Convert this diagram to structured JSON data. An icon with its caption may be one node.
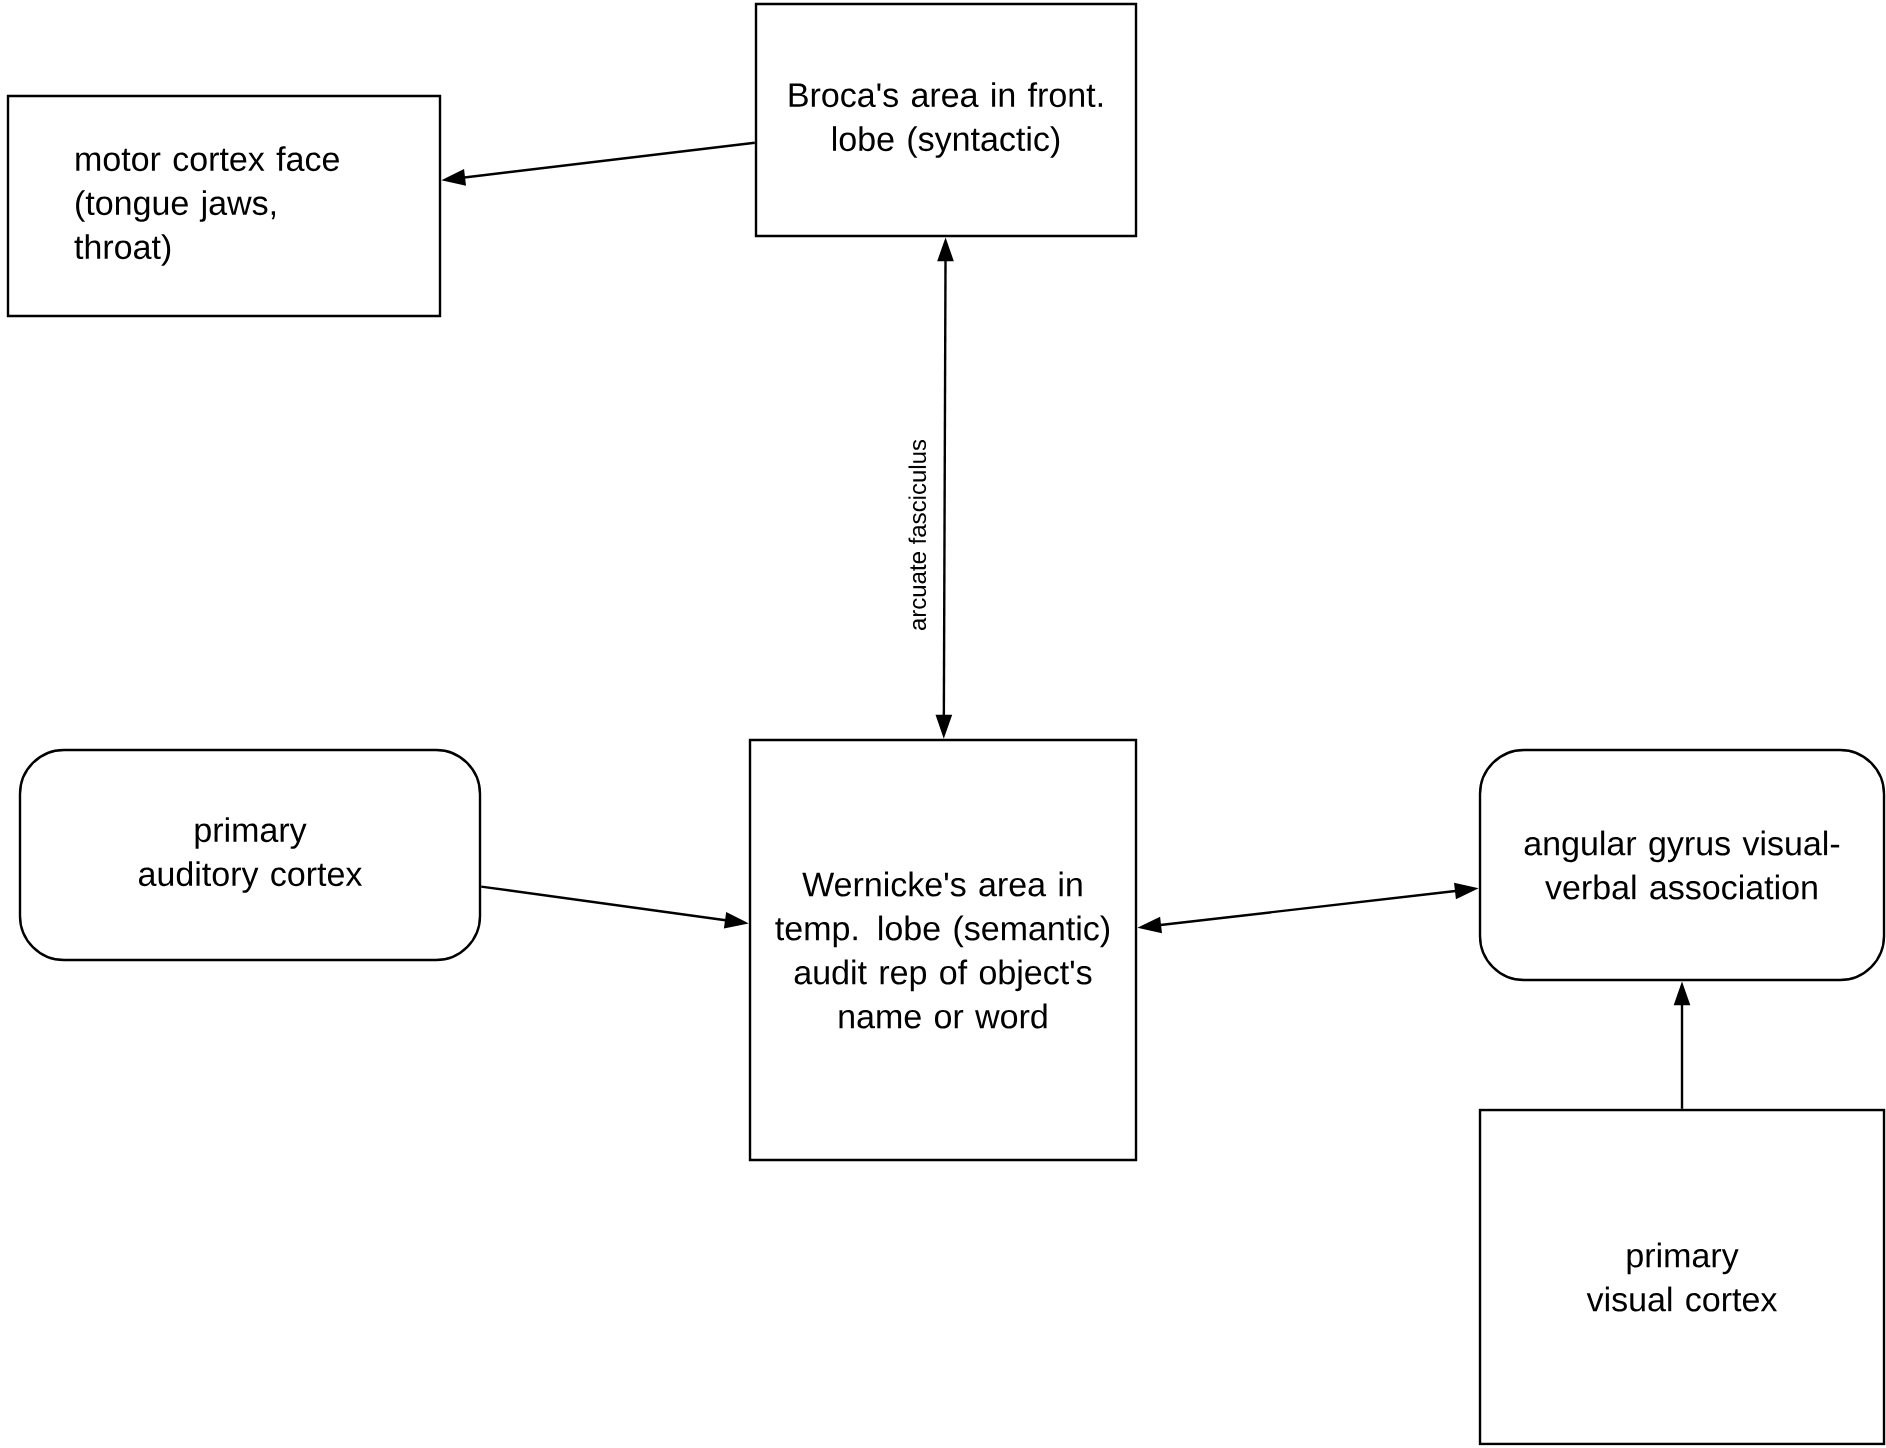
{
  "diagram": {
    "nodes": [
      {
        "text": [
          "motor cortex face (tongue jaws, throat)"
        ]
      },
      {
        "text": [
          "Broca's area in front. lobe (syntactic)"
        ]
      },
      {
        "text": [
          "primary auditory cortex"
        ]
      },
      {
        "text": [
          "Wernicke's area in temp. lobe (semantic) audit rep of object's name or word"
        ]
      },
      {
        "text": [
          "angular gyrus visual-verbal association"
        ]
      },
      {
        "text": [
          "primary visual cortex"
        ]
      }
    ],
    "edges": [
      {
        "from": 1,
        "to": 0,
        "arrow": "to"
      },
      {
        "from": 1,
        "to": 3,
        "arrow": "both",
        "label": "arcuate fasciculus"
      },
      {
        "from": 2,
        "to": 3,
        "arrow": "to"
      },
      {
        "from": 3,
        "to": 4,
        "arrow": "both"
      },
      {
        "from": 5,
        "to": 4,
        "arrow": "to"
      }
    ]
  }
}
